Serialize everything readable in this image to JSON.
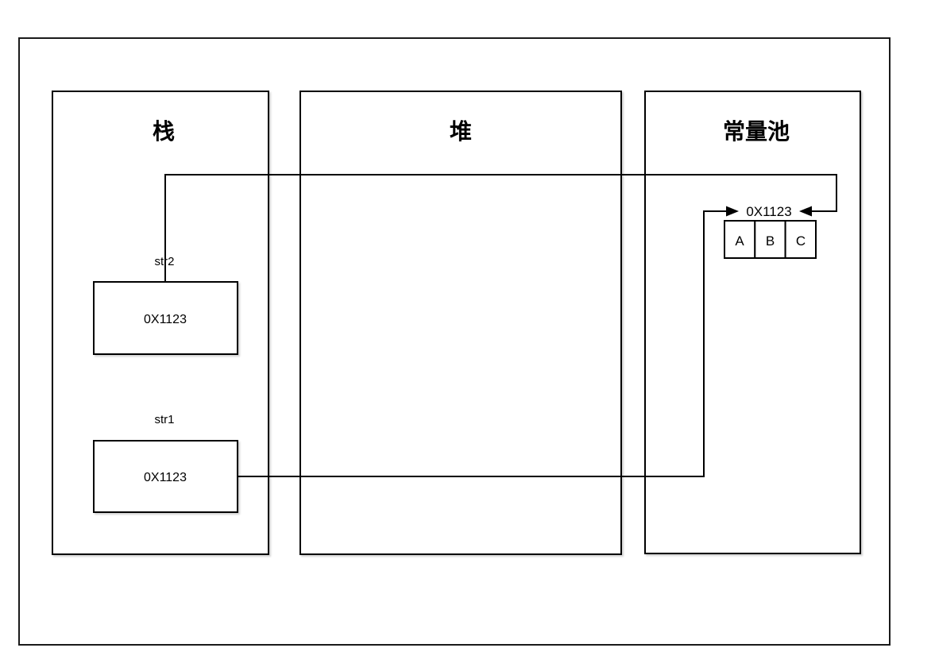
{
  "diagram": {
    "regions": [
      {
        "title": "栈"
      },
      {
        "title": "堆"
      },
      {
        "title": "常量池"
      }
    ],
    "stack_frames": [
      {
        "label": "str2",
        "value": "0X1123"
      },
      {
        "label": "str1",
        "value": "0X1123"
      }
    ],
    "constant_pool": {
      "address": "0X1123",
      "cells": [
        "A",
        "B",
        "C"
      ]
    },
    "colors": {
      "line": "#000000",
      "background": "#ffffff"
    }
  }
}
